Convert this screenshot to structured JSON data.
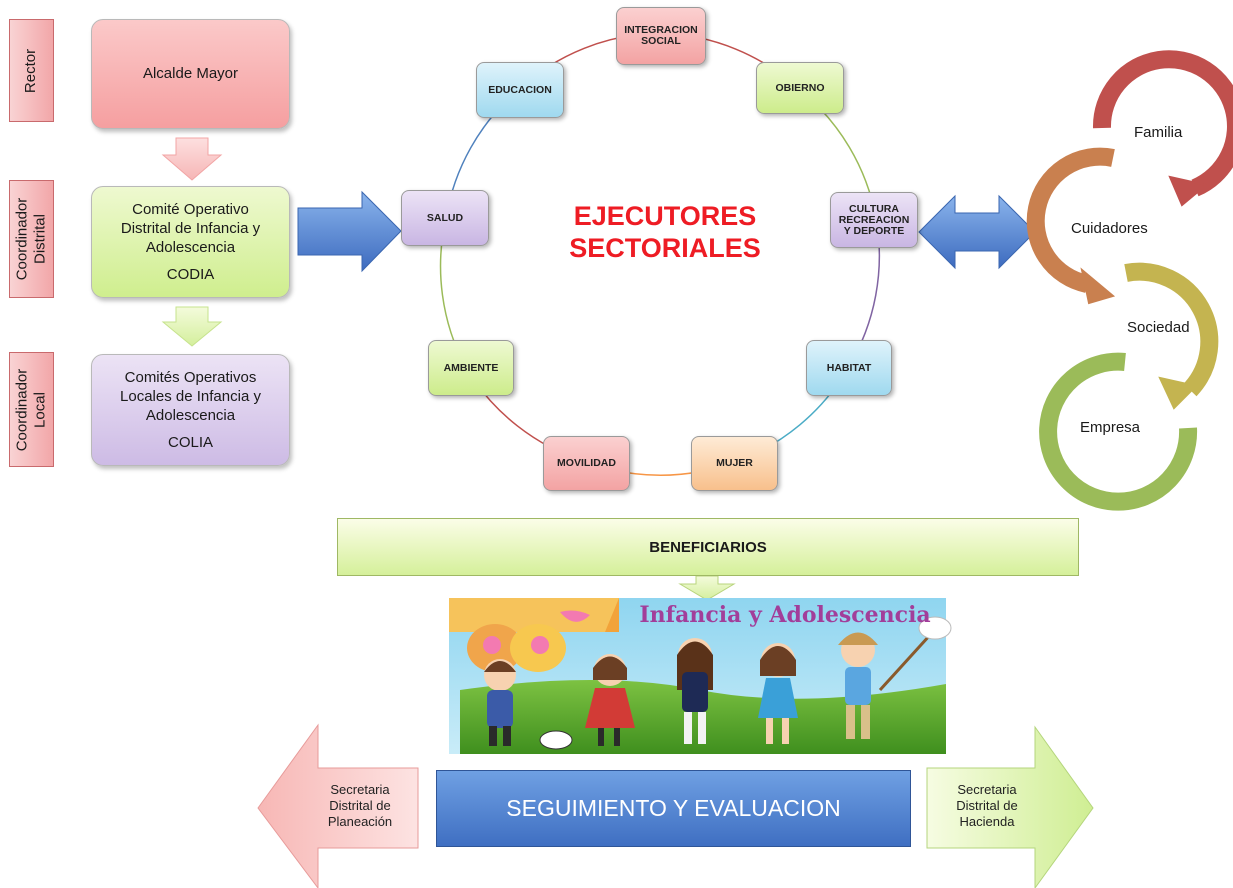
{
  "roles": {
    "rector": "Rector",
    "coordinador_distrital": "Coordinador\nDistrital",
    "coordinador_local": "Coordinador\nLocal"
  },
  "hierarchy": {
    "alcalde": "Alcalde Mayor",
    "codia_name": "Comité Operativo\nDistrital de Infancia y\nAdolescencia",
    "codia_abbr": "CODIA",
    "colia_name": "Comités Operativos\nLocales de Infancia y\nAdolescencia",
    "colia_abbr": "COLIA"
  },
  "center": {
    "title": "EJECUTORES\nSECTORIALES"
  },
  "sectors": {
    "integracion": "INTEGRACION\nSOCIAL",
    "gobierno": "OBIERNO",
    "cultura": "CULTURA\nRECREACION\nY DEPORTE",
    "habitat": "HABITAT",
    "mujer": "MUJER",
    "movilidad": "MOVILIDAD",
    "ambiente": "AMBIENTE",
    "salud": "SALUD",
    "educacion": "EDUCACION"
  },
  "cycle": {
    "familia": "Familia",
    "cuidadores": "Cuidadores",
    "sociedad": "Sociedad",
    "empresa": "Empresa"
  },
  "beneficiarios": "BENEFICIARIOS",
  "banner": {
    "title": "Infancia y Adolescencia"
  },
  "seguimiento": "SEGUIMIENTO Y EVALUACION",
  "secretarias": {
    "planeacion": "Secretaria\nDistrital de\nPlaneación",
    "hacienda": "Secretaria\nDistrital de\nHacienda"
  },
  "colors": {
    "title_red": "#ee1c24",
    "arrow_blue": "#4f81bd",
    "familia_arc": "#c0504d",
    "cuidadores_arc": "#c9804f",
    "sociedad_arc": "#c4b450",
    "empresa_arc": "#9bbb59"
  }
}
